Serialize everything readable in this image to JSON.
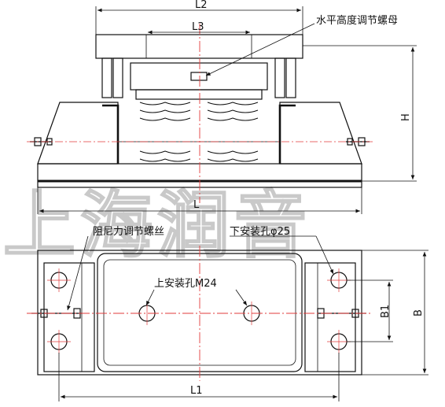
{
  "labels": {
    "L2": "L2",
    "L3": "L3",
    "L": "L",
    "L1": "L1",
    "H": "H",
    "B": "B",
    "B1": "B1"
  },
  "callouts": {
    "leveling_nut": "水平高度调节螺母",
    "damping_screw": "阻尼力调节螺丝",
    "lower_hole": "下安装孔φ25",
    "upper_hole": "上安装孔M24"
  },
  "watermark": "上海润音",
  "colors": {
    "line": "#111111",
    "center": "#e23b3b",
    "watermark": "#c9c9c9"
  }
}
